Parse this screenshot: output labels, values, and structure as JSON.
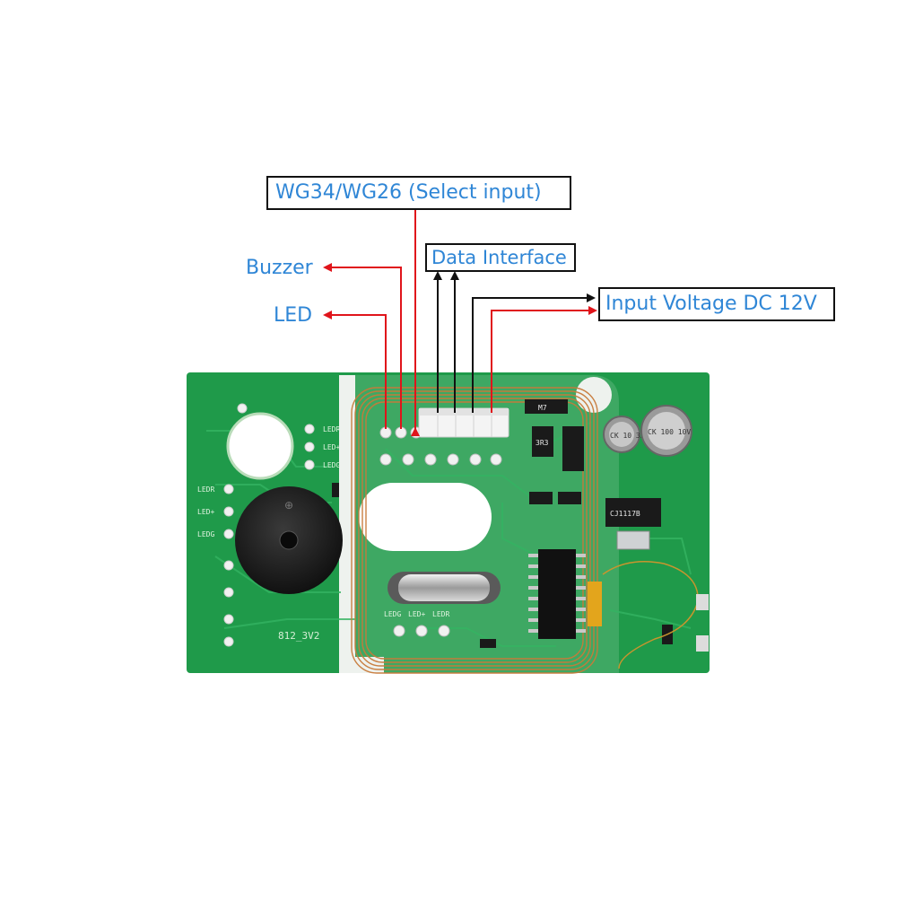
{
  "callouts": {
    "wg_select": "WG34/WG26 (Select input)",
    "data_interface": "Data Interface",
    "input_voltage": "Input Voltage DC 12V",
    "buzzer": "Buzzer",
    "led": "LED"
  },
  "board": {
    "silkscreen_model": "812_3V2",
    "pad_labels_left": [
      "LEDR",
      "LED+",
      "LEDG"
    ],
    "pad_labels_bottom": [
      "LEDG",
      "LED+",
      "LEDR"
    ],
    "ic_marking": "3R3",
    "diode_marking": "M7",
    "regulator_marking": "CJ1117B",
    "cap_small": "CK 10 35V",
    "cap_large": "CK 100 10V"
  },
  "colors": {
    "pcb": "#1f9a4a",
    "label_text": "#2f86d6",
    "arrow_red": "#e0141b",
    "arrow_black": "#111111",
    "coil": "#c87a3a"
  }
}
